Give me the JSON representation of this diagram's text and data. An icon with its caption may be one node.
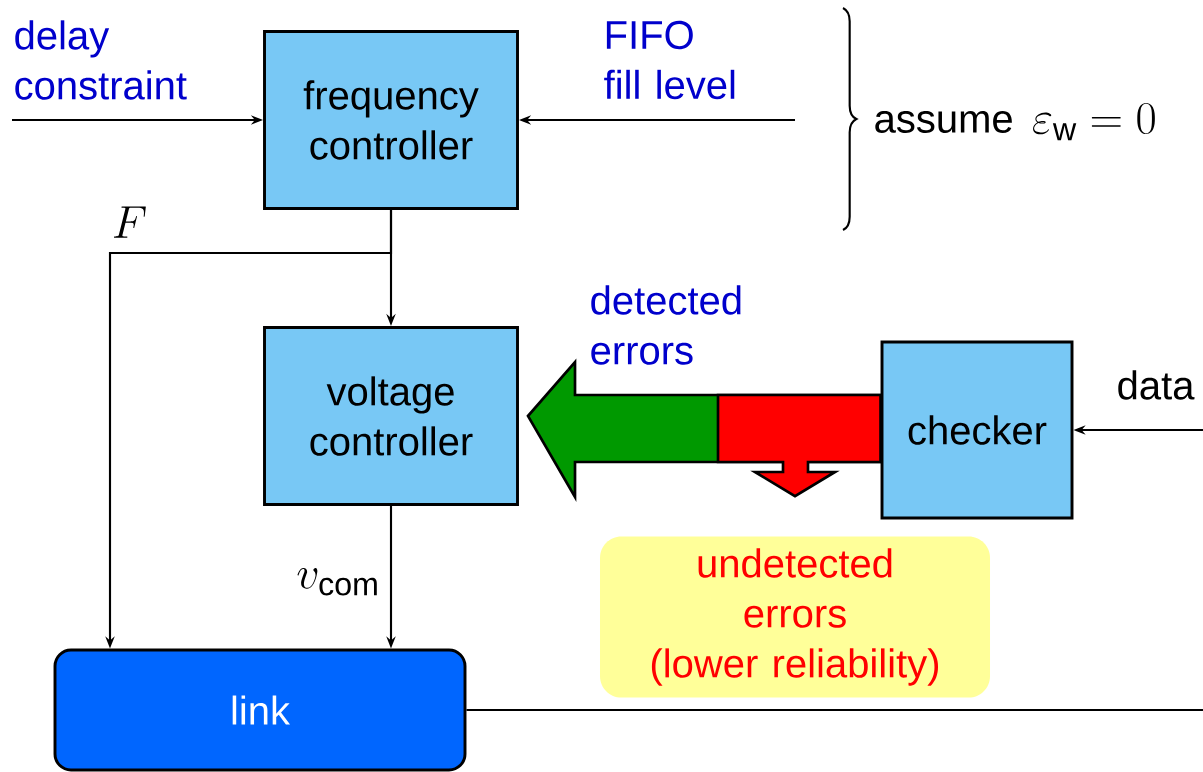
{
  "diagram": {
    "nodes": [
      {
        "text": [
          "frequency controller"
        ]
      },
      {
        "text": [
          "voltage controller"
        ]
      },
      {
        "text": [
          "checker"
        ]
      },
      {
        "text": [
          "link"
        ]
      },
      {
        "text": [
          "undetected errors",
          "(lower reliability)"
        ]
      }
    ],
    "edges": [
      {
        "from": null,
        "to": 0,
        "arrow": "to",
        "label": "delay constraint"
      },
      {
        "from": null,
        "to": 0,
        "arrow": "to",
        "label": "FIFO fill level"
      },
      {
        "from": 0,
        "to": 1,
        "arrow": "to"
      },
      {
        "from": 0,
        "to": 3,
        "arrow": "to",
        "label": "F"
      },
      {
        "from": 1,
        "to": 3,
        "arrow": "to",
        "label": "v_{\\mathrm{com}}"
      },
      {
        "from": 2,
        "to": 1,
        "arrow": "to",
        "label": "detected errors",
        "style": "thick",
        "color": "#009900"
      },
      {
        "from": 2,
        "to": 4,
        "arrow": "to",
        "style": "thick",
        "color": "#ff0000"
      },
      {
        "from": 3,
        "to": null,
        "arrow": "none"
      },
      {
        "from": null,
        "to": 2,
        "arrow": "to",
        "label": "data"
      }
    ],
    "labels": [
      "assume",
      "\\varepsilon_{\\mathrm{w}} = 0"
    ]
  }
}
